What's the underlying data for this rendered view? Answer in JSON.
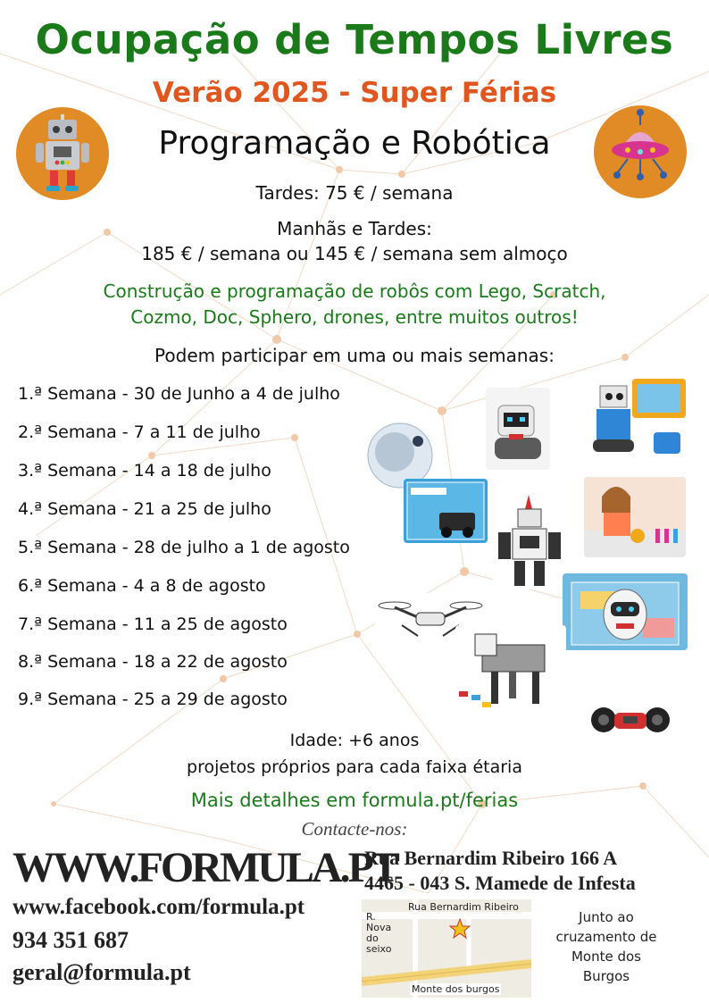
{
  "header": {
    "title": "Ocupação de Tempos Livres",
    "subtitle": "Verão 2025 - Super Férias",
    "topic": "Programação e Robótica"
  },
  "pricing": {
    "afternoons": "Tardes: 75 € / semana",
    "full_day_label": "Manhãs e Tardes:",
    "full_day_price": "185 € / semana ou 145 € / semana sem almoço"
  },
  "description": {
    "line1": "Construção e programação de robôs com Lego, Scratch,",
    "line2": "Cozmo, Doc, Sphero, drones, entre muitos outros!"
  },
  "weeks_heading": "Podem participar em uma ou mais semanas:",
  "weeks": [
    "1.ª Semana - 30 de Junho a 4 de julho",
    "2.ª Semana - 7 a 11 de julho",
    "3.ª Semana - 14 a 18 de julho",
    "4.ª Semana - 21 a 25 de julho",
    "5.ª Semana - 28 de julho a 1 de agosto",
    "6.ª Semana - 4 a 8 de agosto",
    "7.ª Semana - 11 a 25 de agosto",
    "8.ª Semana - 18 a 22 de agosto",
    "9.ª Semana - 25 a 29 de agosto"
  ],
  "age": "Idade: +6 anos",
  "age_note": "projetos próprios para cada faixa étaria",
  "details": "Mais detalhes em formula.pt/ferias",
  "contact": {
    "heading": "Contacte-nos:",
    "website": "WWW.FORMULA.PT",
    "facebook": "www.facebook.com/formula.pt",
    "phone": "934 351 687",
    "email": "geral@formula.pt",
    "address_line1": "Rua Bernardim Ribeiro 166 A",
    "address_line2": "4465 - 043 S. Mamede de Infesta"
  },
  "map": {
    "street_top": "Rua Bernardim Ribeiro",
    "street_left": "R. Nova do seixo",
    "street_bottom": "Monte dos burgos",
    "note": "Junto ao cruzamento de Monte dos Burgos"
  },
  "colors": {
    "title_green": "#1a7a1a",
    "subtitle_orange": "#e0561f",
    "icon_orange": "#e08b25"
  }
}
